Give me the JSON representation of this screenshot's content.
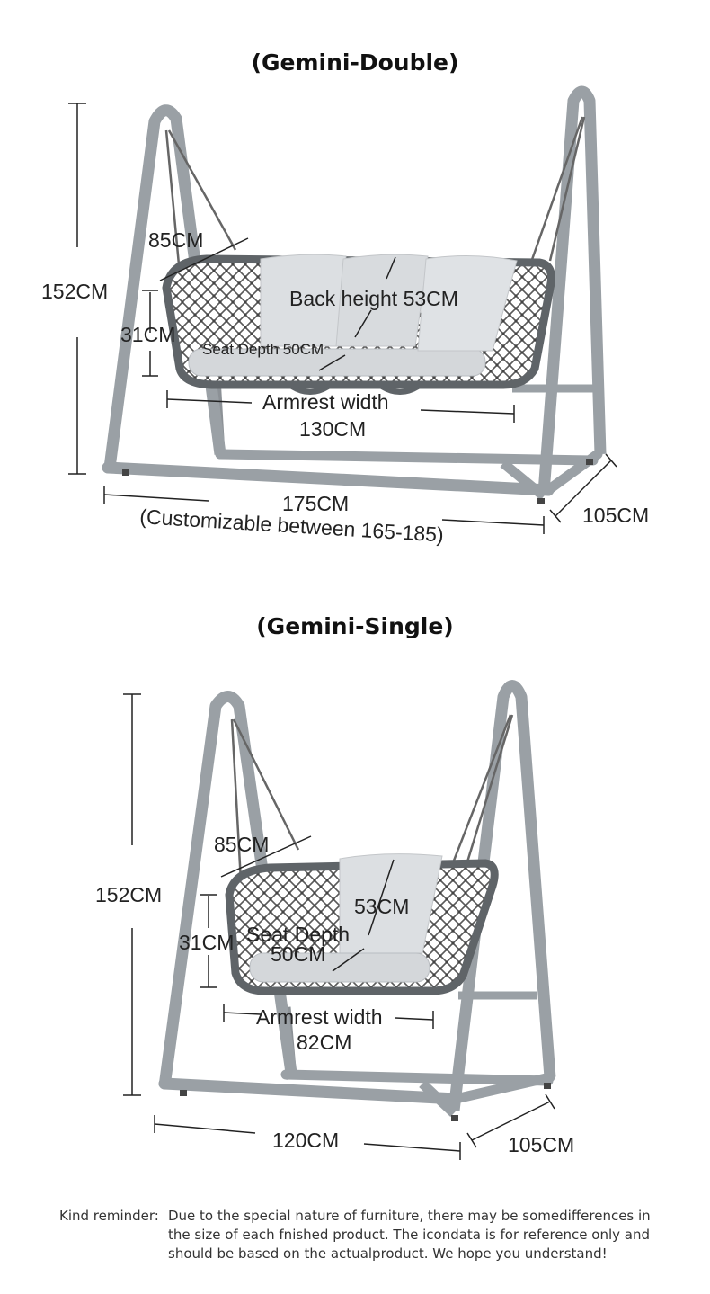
{
  "double": {
    "title": "(Gemini-Double)",
    "dims": {
      "height": "152CM",
      "hanger": "85CM",
      "seat_height": "31CM",
      "back_height": "Back height 53CM",
      "seat_depth": "Seat Depth 50CM",
      "armrest_label": "Armrest width",
      "armrest_value": "130CM",
      "length": "175CM",
      "length_note": "(Customizable between 165-185)",
      "depth": "105CM"
    }
  },
  "single": {
    "title": "(Gemini-Single)",
    "dims": {
      "height": "152CM",
      "hanger": "85CM",
      "seat_height": "31CM",
      "back_height": "53CM",
      "seat_depth_label": "Seat Depth",
      "seat_depth_value": "50CM",
      "armrest_label": "Armrest width",
      "armrest_value": "82CM",
      "length": "120CM",
      "depth": "105CM"
    }
  },
  "reminder": {
    "lead": "Kind reminder:",
    "text": "Due to the special nature of furniture, there may be somedifferences in the size of each fnished product. The icondata is for reference only and should be based on the actualproduct. We hope you understand!"
  }
}
